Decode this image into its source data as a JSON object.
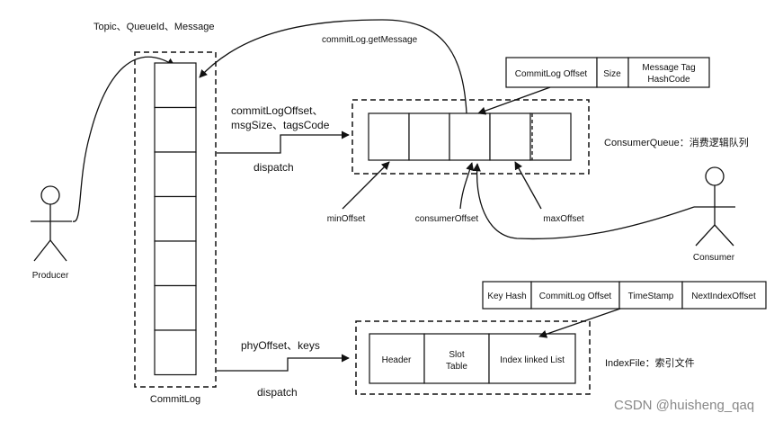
{
  "producer": {
    "label": "Producer"
  },
  "consumer": {
    "label": "Consumer"
  },
  "commitlog": {
    "label": "CommitLog",
    "cell_count": 7
  },
  "labels": {
    "topic_msg": "Topic、QueueId、Message",
    "get_message": "commitLog.getMessage",
    "cq_fields_line1": "commitLogOffset、",
    "cq_fields_line2": "msgSize、tagsCode",
    "dispatch_cq": "dispatch",
    "phyoffset_keys": "phyOffset、keys",
    "dispatch_index": "dispatch",
    "min_offset": "minOffset",
    "consumer_offset": "consumerOffset",
    "max_offset": "maxOffset",
    "consume_queue_desc": "ConsumerQueue：消费逻辑队列",
    "index_file_desc": "IndexFile：索引文件"
  },
  "cq_entry_fields": [
    "CommitLog Offset",
    "Size",
    "Message Tag",
    "HashCode"
  ],
  "index_entry_fields": [
    "Key Hash",
    "CommitLog Offset",
    "TimeStamp",
    "NextIndexOffset"
  ],
  "index_file_sections": {
    "header": "Header",
    "slot_line1": "Slot",
    "slot_line2": "Table",
    "linked_list": "Index linked List"
  },
  "consume_queue": {
    "cell_count": 5
  },
  "watermark": "CSDN @huisheng_qaq"
}
